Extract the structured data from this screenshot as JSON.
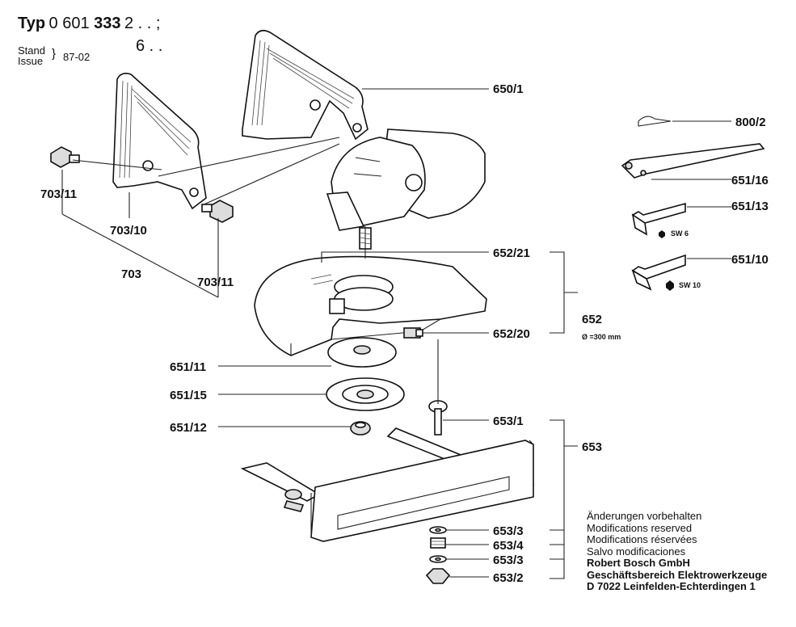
{
  "header": {
    "typ_label": "Typ",
    "type_prefix": "0 601",
    "type_main": "333",
    "type_suffix": "2 . . ;",
    "type_line2": "6 . .",
    "stand_label": "Stand",
    "issue_label": "Issue",
    "date": "87-02"
  },
  "parts": {
    "p650_1": "650/1",
    "p800_2": "800/2",
    "p651_16": "651/16",
    "p651_13": "651/13",
    "sw6": "SW 6",
    "p651_10": "651/10",
    "sw10": "SW 10",
    "p703_11_a": "703/11",
    "p703_10": "703/10",
    "p703": "703",
    "p703_11_b": "703/11",
    "p652_21": "652/21",
    "p652": "652",
    "diameter": "Ø =300 mm",
    "p652_20": "652/20",
    "p651_11": "651/11",
    "p651_15": "651/15",
    "p651_12": "651/12",
    "p653_1": "653/1",
    "p653": "653",
    "p653_3_a": "653/3",
    "p653_4": "653/4",
    "p653_3_b": "653/3",
    "p653_2": "653/2"
  },
  "footer": {
    "mod_de": "Änderungen vorbehalten",
    "mod_en": "Modifications reserved",
    "mod_fr": "Modifications réservées",
    "mod_es": "Salvo modificaciones",
    "company": "Robert Bosch GmbH",
    "division": "Geschäftsbereich Elektrowerkzeuge",
    "address": "D 7022 Leinfelden-Echterdingen 1"
  }
}
